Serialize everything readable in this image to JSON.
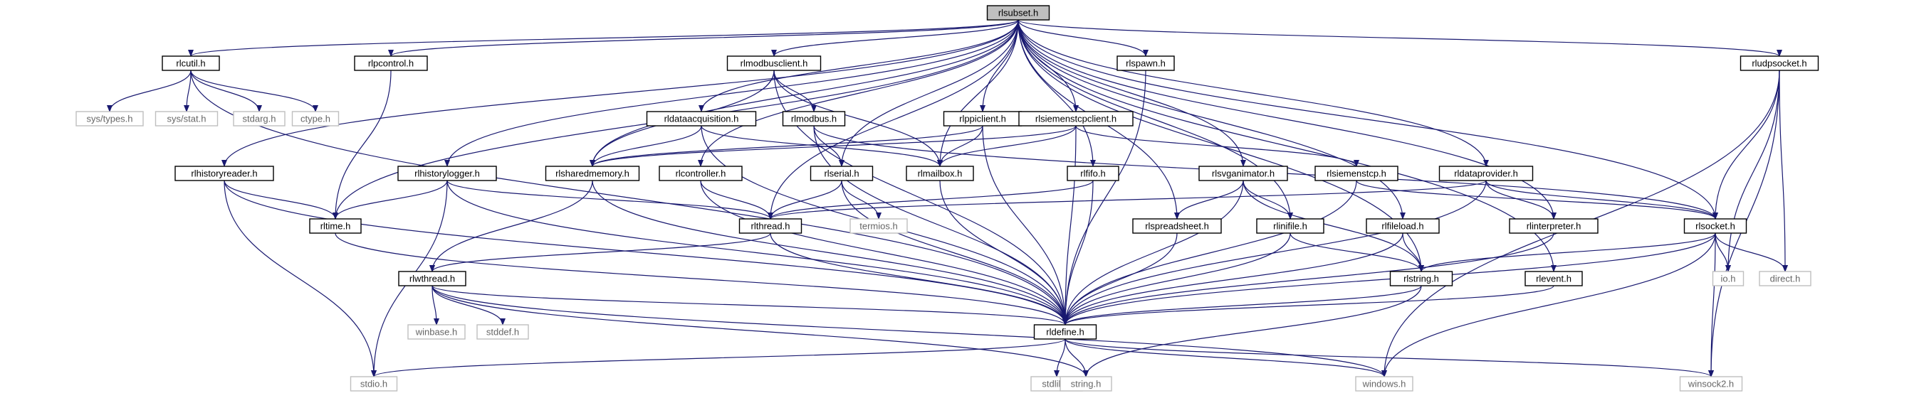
{
  "graph": {
    "colors": {
      "edge": "#191970",
      "node_border": "#000000",
      "node_fill": "#ffffff",
      "root_fill": "#bfbfbf",
      "system_border": "#bfbfbf",
      "system_text": "#666666"
    },
    "nodes": [
      {
        "id": "rlsubset",
        "label": "rlsubset.h",
        "kind": "root"
      },
      {
        "id": "rlcutil",
        "label": "rlcutil.h",
        "kind": "local"
      },
      {
        "id": "rlpcontrol",
        "label": "rlpcontrol.h",
        "kind": "local"
      },
      {
        "id": "rlmodbusclient",
        "label": "rlmodbusclient.h",
        "kind": "local"
      },
      {
        "id": "rlspawn",
        "label": "rlspawn.h",
        "kind": "local"
      },
      {
        "id": "rludpsocket",
        "label": "rludpsocket.h",
        "kind": "local"
      },
      {
        "id": "systypes",
        "label": "sys/types.h",
        "kind": "system"
      },
      {
        "id": "sysstat",
        "label": "sys/stat.h",
        "kind": "system"
      },
      {
        "id": "stdarg",
        "label": "stdarg.h",
        "kind": "system"
      },
      {
        "id": "ctype",
        "label": "ctype.h",
        "kind": "system"
      },
      {
        "id": "rldataacquisition",
        "label": "rldataacquisition.h",
        "kind": "local"
      },
      {
        "id": "rlmodbus",
        "label": "rlmodbus.h",
        "kind": "local"
      },
      {
        "id": "rlppiclient",
        "label": "rlppiclient.h",
        "kind": "local"
      },
      {
        "id": "rlsiemenstcpclient",
        "label": "rlsiemenstcpclient.h",
        "kind": "local"
      },
      {
        "id": "rlhistoryreader",
        "label": "rlhistoryreader.h",
        "kind": "local"
      },
      {
        "id": "rlhistorylogger",
        "label": "rlhistorylogger.h",
        "kind": "local"
      },
      {
        "id": "rlsharedmemory",
        "label": "rlsharedmemory.h",
        "kind": "local"
      },
      {
        "id": "rlcontroller",
        "label": "rlcontroller.h",
        "kind": "local"
      },
      {
        "id": "rlserial",
        "label": "rlserial.h",
        "kind": "local"
      },
      {
        "id": "rlmailbox",
        "label": "rlmailbox.h",
        "kind": "local"
      },
      {
        "id": "rlfifo",
        "label": "rlfifo.h",
        "kind": "local"
      },
      {
        "id": "rlsvganimator",
        "label": "rlsvganimator.h",
        "kind": "local"
      },
      {
        "id": "rlsiemenstcp",
        "label": "rlsiemenstcp.h",
        "kind": "local"
      },
      {
        "id": "rldataprovider",
        "label": "rldataprovider.h",
        "kind": "local"
      },
      {
        "id": "rltime",
        "label": "rltime.h",
        "kind": "local"
      },
      {
        "id": "rlthread",
        "label": "rlthread.h",
        "kind": "local"
      },
      {
        "id": "termios",
        "label": "termios.h",
        "kind": "system"
      },
      {
        "id": "rlspreadsheet",
        "label": "rlspreadsheet.h",
        "kind": "local"
      },
      {
        "id": "rlinifile",
        "label": "rlinifile.h",
        "kind": "local"
      },
      {
        "id": "rlfileload",
        "label": "rlfileload.h",
        "kind": "local"
      },
      {
        "id": "rlinterpreter",
        "label": "rlinterpreter.h",
        "kind": "local"
      },
      {
        "id": "rlsocket",
        "label": "rlsocket.h",
        "kind": "local"
      },
      {
        "id": "rlwthread",
        "label": "rlwthread.h",
        "kind": "local"
      },
      {
        "id": "rlstring",
        "label": "rlstring.h",
        "kind": "local"
      },
      {
        "id": "rlevent",
        "label": "rlevent.h",
        "kind": "local"
      },
      {
        "id": "ioh",
        "label": "io.h",
        "kind": "system"
      },
      {
        "id": "direct",
        "label": "direct.h",
        "kind": "system"
      },
      {
        "id": "winbase",
        "label": "winbase.h",
        "kind": "system"
      },
      {
        "id": "stddef",
        "label": "stddef.h",
        "kind": "system"
      },
      {
        "id": "rldefine",
        "label": "rldefine.h",
        "kind": "local"
      },
      {
        "id": "stdio",
        "label": "stdio.h",
        "kind": "system"
      },
      {
        "id": "stdlib",
        "label": "stdlib.h",
        "kind": "system"
      },
      {
        "id": "stringh",
        "label": "string.h",
        "kind": "system"
      },
      {
        "id": "windows",
        "label": "windows.h",
        "kind": "system"
      },
      {
        "id": "winsock2",
        "label": "winsock2.h",
        "kind": "system"
      }
    ],
    "edges": [
      [
        "rlsubset",
        "rlcutil"
      ],
      [
        "rlsubset",
        "rlpcontrol"
      ],
      [
        "rlsubset",
        "rlmodbusclient"
      ],
      [
        "rlsubset",
        "rlspawn"
      ],
      [
        "rlsubset",
        "rludpsocket"
      ],
      [
        "rlsubset",
        "rldataacquisition"
      ],
      [
        "rlsubset",
        "rlppiclient"
      ],
      [
        "rlsubset",
        "rlsiemenstcpclient"
      ],
      [
        "rlsubset",
        "rlhistoryreader"
      ],
      [
        "rlsubset",
        "rlhistorylogger"
      ],
      [
        "rlsubset",
        "rlsharedmemory"
      ],
      [
        "rlsubset",
        "rlcontroller"
      ],
      [
        "rlsubset",
        "rlserial"
      ],
      [
        "rlsubset",
        "rlmailbox"
      ],
      [
        "rlsubset",
        "rlfifo"
      ],
      [
        "rlsubset",
        "rlsvganimator"
      ],
      [
        "rlsubset",
        "rldataprovider"
      ],
      [
        "rlsubset",
        "rltime"
      ],
      [
        "rlsubset",
        "rlthread"
      ],
      [
        "rlsubset",
        "rlspreadsheet"
      ],
      [
        "rlsubset",
        "rlinifile"
      ],
      [
        "rlsubset",
        "rlfileload"
      ],
      [
        "rlsubset",
        "rlinterpreter"
      ],
      [
        "rlsubset",
        "rlsocket"
      ],
      [
        "rlsubset",
        "rlstring"
      ],
      [
        "rlsubset",
        "rlevent"
      ],
      [
        "rlcutil",
        "systypes"
      ],
      [
        "rlcutil",
        "sysstat"
      ],
      [
        "rlcutil",
        "stdarg"
      ],
      [
        "rlcutil",
        "ctype"
      ],
      [
        "rlcutil",
        "rldefine"
      ],
      [
        "rlpcontrol",
        "rltime"
      ],
      [
        "rlmodbusclient",
        "rlmodbus"
      ],
      [
        "rlmodbusclient",
        "rlsharedmemory"
      ],
      [
        "rlmodbusclient",
        "rlmailbox"
      ],
      [
        "rlmodbusclient",
        "rldefine"
      ],
      [
        "rlspawn",
        "rldefine"
      ],
      [
        "rludpsocket",
        "rlsocket"
      ],
      [
        "rludpsocket",
        "ioh"
      ],
      [
        "rludpsocket",
        "direct"
      ],
      [
        "rludpsocket",
        "windows"
      ],
      [
        "rludpsocket",
        "winsock2"
      ],
      [
        "rldataacquisition",
        "rlsharedmemory"
      ],
      [
        "rldataacquisition",
        "rlmailbox"
      ],
      [
        "rldataacquisition",
        "rldefine"
      ],
      [
        "rlmodbus",
        "rlserial"
      ],
      [
        "rlmodbus",
        "rlsocket"
      ],
      [
        "rlmodbus",
        "rldefine"
      ],
      [
        "rlppiclient",
        "rlsharedmemory"
      ],
      [
        "rlppiclient",
        "rlmailbox"
      ],
      [
        "rlppiclient",
        "rldefine"
      ],
      [
        "rlsiemenstcpclient",
        "rlsharedmemory"
      ],
      [
        "rlsiemenstcpclient",
        "rlmailbox"
      ],
      [
        "rlsiemenstcpclient",
        "rlsiemenstcp"
      ],
      [
        "rlsiemenstcpclient",
        "rldefine"
      ],
      [
        "rlhistoryreader",
        "rltime"
      ],
      [
        "rlhistoryreader",
        "rldefine"
      ],
      [
        "rlhistoryreader",
        "stdio"
      ],
      [
        "rlhistorylogger",
        "rltime"
      ],
      [
        "rlhistorylogger",
        "rlthread"
      ],
      [
        "rlhistorylogger",
        "rldefine"
      ],
      [
        "rlhistorylogger",
        "stdio"
      ],
      [
        "rlsharedmemory",
        "rlwthread"
      ],
      [
        "rlsharedmemory",
        "rldefine"
      ],
      [
        "rlcontroller",
        "rlthread"
      ],
      [
        "rlcontroller",
        "rldefine"
      ],
      [
        "rlserial",
        "rlthread"
      ],
      [
        "rlserial",
        "termios"
      ],
      [
        "rlserial",
        "rldefine"
      ],
      [
        "rlmailbox",
        "rldefine"
      ],
      [
        "rlfifo",
        "rlthread"
      ],
      [
        "rlfifo",
        "rldefine"
      ],
      [
        "rlsvganimator",
        "rlspreadsheet"
      ],
      [
        "rlsvganimator",
        "rlinifile"
      ],
      [
        "rlsvganimator",
        "rlstring"
      ],
      [
        "rlsvganimator",
        "rldefine"
      ],
      [
        "rlsiemenstcp",
        "rlsocket"
      ],
      [
        "rlsiemenstcp",
        "rldefine"
      ],
      [
        "rldataprovider",
        "rlthread"
      ],
      [
        "rldataprovider",
        "rlinterpreter"
      ],
      [
        "rldataprovider",
        "rlsocket"
      ],
      [
        "rldataprovider",
        "rldefine"
      ],
      [
        "rltime",
        "rldefine"
      ],
      [
        "rlthread",
        "rlwthread"
      ],
      [
        "rlthread",
        "rldefine"
      ],
      [
        "rlspreadsheet",
        "rldefine"
      ],
      [
        "rlinifile",
        "rlstring"
      ],
      [
        "rlinifile",
        "rldefine"
      ],
      [
        "rlfileload",
        "rlstring"
      ],
      [
        "rlfileload",
        "rldefine"
      ],
      [
        "rlinterpreter",
        "rldefine"
      ],
      [
        "rlsocket",
        "rlstring"
      ],
      [
        "rlsocket",
        "ioh"
      ],
      [
        "rlsocket",
        "direct"
      ],
      [
        "rlsocket",
        "rldefine"
      ],
      [
        "rlsocket",
        "windows"
      ],
      [
        "rlsocket",
        "winsock2"
      ],
      [
        "rlwthread",
        "winbase"
      ],
      [
        "rlwthread",
        "stddef"
      ],
      [
        "rlwthread",
        "rldefine"
      ],
      [
        "rlwthread",
        "stringh"
      ],
      [
        "rlwthread",
        "windows"
      ],
      [
        "rlstring",
        "rldefine"
      ],
      [
        "rlstring",
        "stringh"
      ],
      [
        "rlevent",
        "rldefine"
      ],
      [
        "rldefine",
        "stdio"
      ],
      [
        "rldefine",
        "stdlib"
      ],
      [
        "rldefine",
        "stringh"
      ],
      [
        "rldefine",
        "windows"
      ],
      [
        "rldefine",
        "winsock2"
      ]
    ]
  }
}
